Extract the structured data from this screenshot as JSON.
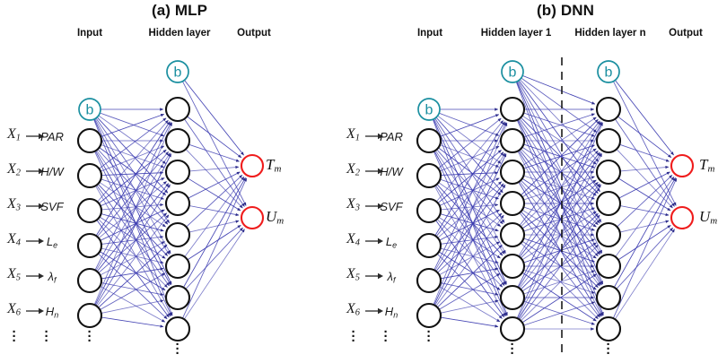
{
  "figure": {
    "panels": [
      {
        "id": "mlp",
        "title": "(a) MLP",
        "column_headers": [
          "Input",
          "Hidden layer",
          "Output"
        ]
      },
      {
        "id": "dnn",
        "title": "(b) DNN",
        "column_headers": [
          "Input",
          "Hidden layer 1",
          "Hidden layer n",
          "Output"
        ]
      }
    ],
    "bias_label": "b",
    "ellipsis_glyph": "·",
    "inputs": [
      {
        "var": "X",
        "index": "1",
        "feature": "PAR",
        "feature_sub": ""
      },
      {
        "var": "X",
        "index": "2",
        "feature": "H/W",
        "feature_sub": ""
      },
      {
        "var": "X",
        "index": "3",
        "feature": "SVF",
        "feature_sub": ""
      },
      {
        "var": "X",
        "index": "4",
        "feature": "L",
        "feature_sub": "e"
      },
      {
        "var": "X",
        "index": "5",
        "feature": "λ",
        "feature_sub": "f"
      },
      {
        "var": "X",
        "index": "6",
        "feature": "H",
        "feature_sub": "n"
      }
    ],
    "outputs": [
      {
        "symbol": "T",
        "sub": "m"
      },
      {
        "symbol": "U",
        "sub": "m"
      }
    ],
    "counts": {
      "input_nodes": 6,
      "mlp_hidden_nodes": 8,
      "dnn_hidden1_nodes": 8,
      "dnn_hiddenn_nodes": 8,
      "output_nodes": 2
    },
    "colors": {
      "bias_node": "#1a8fa0",
      "hidden_node": "#111111",
      "output_node": "#ef1c1c",
      "edge": "#3b3bb0",
      "divider": "#1a1a1a",
      "text": "#111111",
      "background": "#ffffff"
    },
    "divider": {
      "style": "dashed",
      "orientation": "vertical"
    }
  },
  "labels": {
    "mlp_title": "(a) MLP",
    "dnn_title": "(b) DNN",
    "input": "Input",
    "hidden_layer": "Hidden layer",
    "hidden_layer_1": "Hidden layer 1",
    "hidden_layer_n": "Hidden layer n",
    "output": "Output",
    "bias": "b",
    "x1": "X",
    "x1s": "1",
    "f1": "PAR",
    "f1s": "",
    "x2": "X",
    "x2s": "2",
    "f2": "H/W",
    "f2s": "",
    "x3": "X",
    "x3s": "3",
    "f3": "SVF",
    "f3s": "",
    "x4": "X",
    "x4s": "4",
    "f4": "L",
    "f4s": "e",
    "x5": "X",
    "x5s": "5",
    "f5": "λ",
    "f5s": "f",
    "x6": "X",
    "x6s": "6",
    "f6": "H",
    "f6s": "n",
    "tm": "T",
    "tms": "m",
    "um": "U",
    "ums": "m"
  }
}
